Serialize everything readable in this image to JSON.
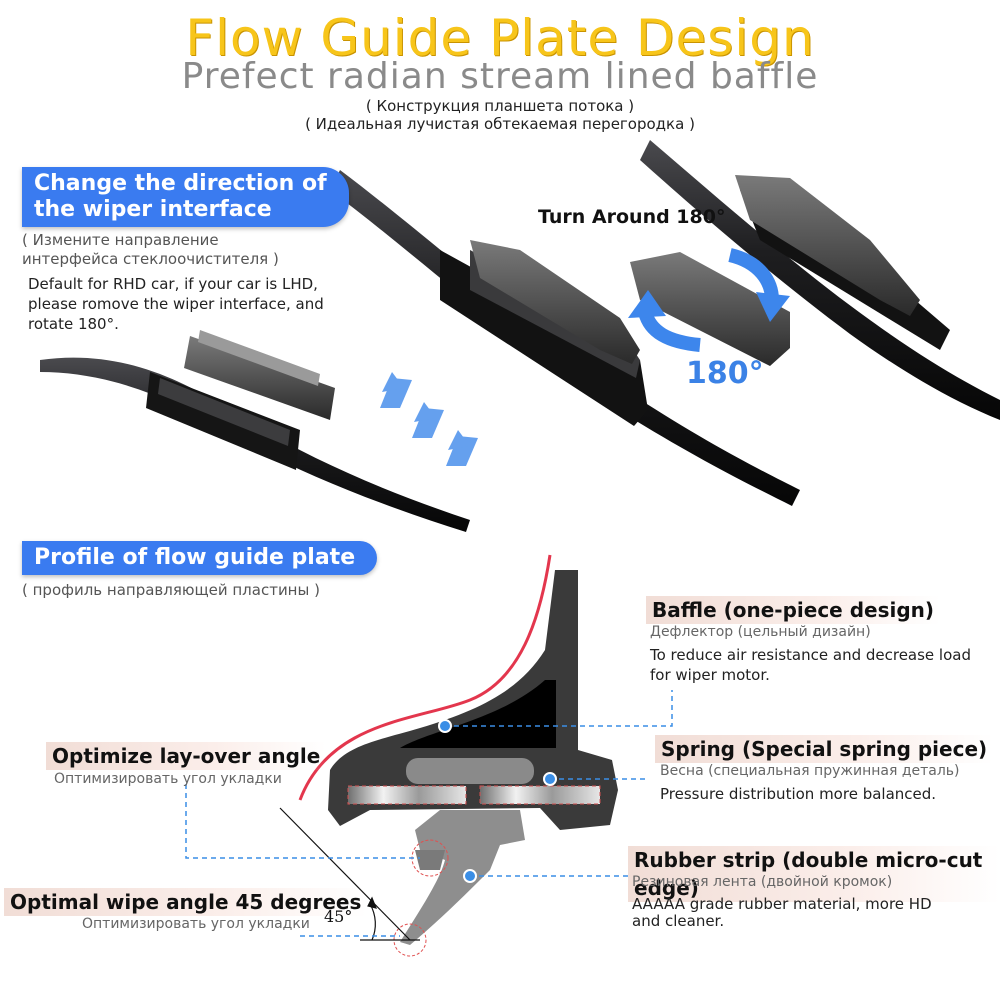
{
  "header": {
    "title": "Flow Guide Plate Design",
    "subtitle": "Prefect radian stream lined baffle",
    "ru_line1": "( Конструкция планшета потока )",
    "ru_line2": "( Идеальная лучистая обтекаемая перегородка )"
  },
  "interface_section": {
    "heading_line1": "Change the direction of",
    "heading_line2": "the wiper interface",
    "ru_line1": "( Измените направление",
    "ru_line2": "интерфейса стеклоочистителя )",
    "desc_line1": "Default for RHD car, if your car is LHD,",
    "desc_line2": "please romove the wiper interface, and",
    "desc_line3": "rotate 180°.",
    "turn_label": "Turn Around 180°",
    "degree_label": "180°"
  },
  "profile_section": {
    "heading": "Profile of flow guide plate",
    "ru": "( профиль направляющей пластины )"
  },
  "callouts": {
    "baffle": {
      "title": "Baffle (one-piece design)",
      "ru": "Дефлектор (цельный дизайн)",
      "desc_line1": "To reduce air resistance and decrease load",
      "desc_line2": "for wiper motor."
    },
    "spring": {
      "title": "Spring (Special spring piece)",
      "ru": "Весна (специальная пружинная деталь)",
      "desc": "Pressure distribution more balanced."
    },
    "rubber": {
      "title": "Rubber strip (double micro-cut edge)",
      "ru": "Резиновая лента (двойной кромок)",
      "desc_line1": "AAAAA grade rubber material, more HD",
      "desc_line2": "and cleaner."
    },
    "layover": {
      "title": "Optimize lay-over angle",
      "ru": "Оптимизировать угол укладки"
    },
    "wipe_angle": {
      "title": "Optimal wipe angle 45 degrees",
      "ru": "Оптимизировать угол укладки",
      "angle_label": "45°"
    }
  },
  "colors": {
    "title_yellow": "#f7c51a",
    "pill_blue": "#3a7bf0",
    "arrow_blue": "#4b90ec",
    "red_curve": "#e0203a",
    "blade_dark": "#1c1c1e"
  }
}
